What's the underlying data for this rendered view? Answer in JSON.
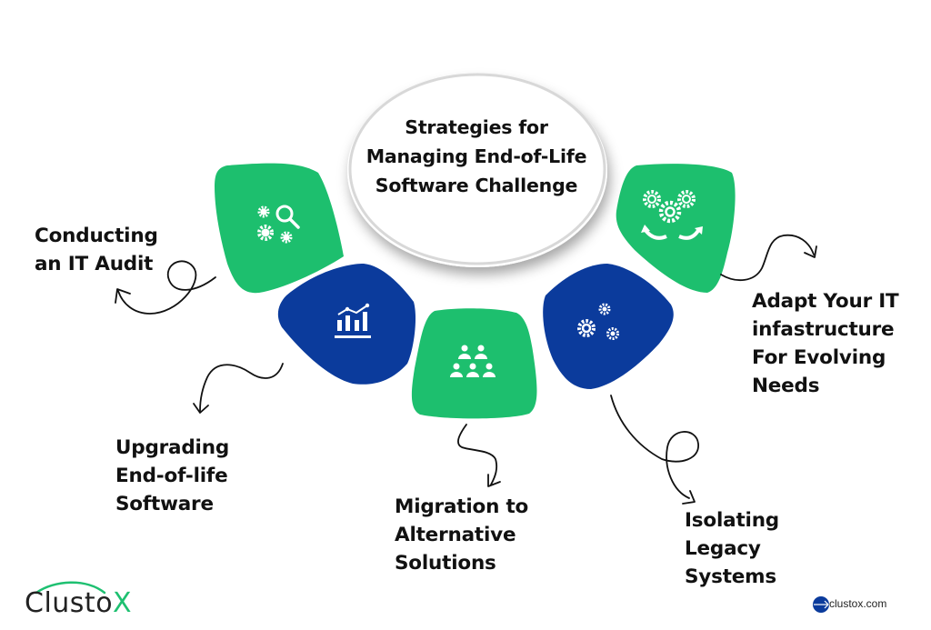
{
  "title": "Strategies for Managing End-of-Life Software Challenge",
  "title_lines": [
    "Strategies for",
    "Managing End-of-Life",
    "Software Challenge"
  ],
  "colors": {
    "green": "#1dbf6e",
    "blue": "#0b3b9c",
    "text": "#111111"
  },
  "strategies": [
    {
      "id": "audit",
      "icon": "gears-magnifier-icon",
      "lines": [
        "Conducting",
        "an IT Audit"
      ],
      "color": "green"
    },
    {
      "id": "upgrade",
      "icon": "bar-chart-trend-icon",
      "lines": [
        "Upgrading",
        "End-of-life",
        "Software"
      ],
      "color": "blue"
    },
    {
      "id": "migration",
      "icon": "people-group-icon",
      "lines": [
        "Migration to",
        "Alternative",
        "Solutions"
      ],
      "color": "green"
    },
    {
      "id": "isolate",
      "icon": "gears-icon",
      "lines": [
        "Isolating",
        "Legacy",
        "Systems"
      ],
      "color": "blue"
    },
    {
      "id": "adapt",
      "icon": "gears-cycle-arrows-icon",
      "lines": [
        "Adapt Your IT",
        "infastructure",
        "For Evolving",
        "Needs"
      ],
      "color": "green"
    }
  ],
  "branding": {
    "logo_main": "Clusto",
    "logo_x": "X",
    "website": "clustox.com"
  }
}
